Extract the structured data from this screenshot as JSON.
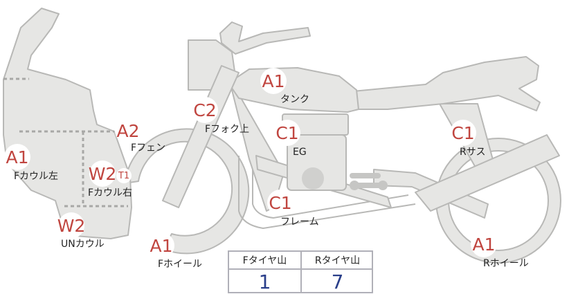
{
  "parts": {
    "tank": {
      "grade": "A1",
      "label": "タンク"
    },
    "fork_upper": {
      "grade": "C2",
      "label": "Fフォク上"
    },
    "engine": {
      "grade": "C1",
      "label": "EG"
    },
    "frame": {
      "grade": "C1",
      "label": "フレーム"
    },
    "rear_sus": {
      "grade": "C1",
      "label": "Rサス"
    },
    "front_fender": {
      "grade": "A2",
      "label": "Fフェン"
    },
    "cowl_left": {
      "grade": "A1",
      "label": "Fカウル左"
    },
    "cowl_right": {
      "grade": "W2",
      "grade_sub": "T1",
      "label": "Fカウル右"
    },
    "under_cowl": {
      "grade": "W2",
      "label": "UNカウル"
    },
    "front_wheel": {
      "grade": "A1",
      "label": "Fホイール"
    },
    "rear_wheel": {
      "grade": "A1",
      "label": "Rホイール"
    }
  },
  "tire_table": {
    "front_header": "Fタイヤ山",
    "rear_header": "Rタイヤ山",
    "front_value": "1",
    "rear_value": "7"
  },
  "colors": {
    "grade_mark": "#c0453f",
    "tire_value": "#2a3f8a",
    "part_fill": "#e6e6e4",
    "part_stroke": "#b8b8b6"
  }
}
